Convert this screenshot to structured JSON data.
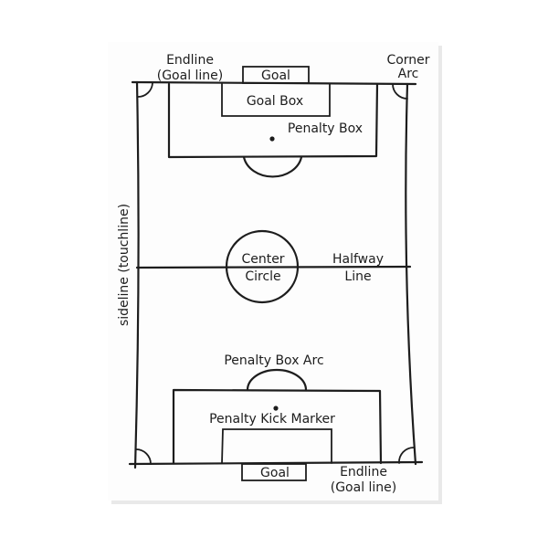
{
  "colors": {
    "ink": "#1d1d1d",
    "paper": "#ffffff",
    "poster_bg": "#fdfdfd",
    "shadow": "#e9e9e9"
  },
  "labels": {
    "endline_top_1": "Endline",
    "endline_top_2": "(Goal line)",
    "goal_top": "Goal",
    "corner_arc_1": "Corner",
    "corner_arc_2": "Arc",
    "goal_box": "Goal Box",
    "penalty_box": "Penalty Box",
    "sideline": "sideline (touchline)",
    "center_circle_1": "Center",
    "center_circle_2": "Circle",
    "halfway_line_1": "Halfway",
    "halfway_line_2": "Line",
    "penalty_box_arc": "Penalty Box Arc",
    "penalty_kick_marker": "Penalty Kick Marker",
    "goal_bottom": "Goal",
    "endline_bottom_1": "Endline",
    "endline_bottom_2": "(Goal line)"
  }
}
